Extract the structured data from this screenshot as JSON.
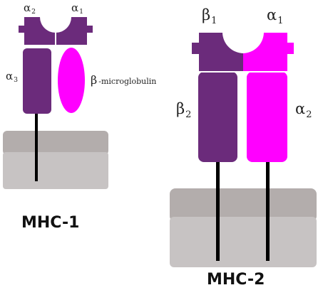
{
  "colors": {
    "purple": "#6b2b7b",
    "magenta": "#ff00ff",
    "membrane_top": "#b3adac",
    "membrane_bottom": "#c7c3c3",
    "stalk": "#000000"
  },
  "mhc1": {
    "title": "MHC-1",
    "alpha2_label": {
      "sym": "α",
      "sub": "2"
    },
    "alpha1_label": {
      "sym": "α",
      "sub": "1"
    },
    "alpha3_label": {
      "sym": "α",
      "sub": "3"
    },
    "beta_micro_label": {
      "sym": "β",
      "text": "-microglobulin"
    }
  },
  "mhc2": {
    "title": "MHC-2",
    "beta1_label": {
      "sym": "β",
      "sub": "1"
    },
    "alpha1_label": {
      "sym": "α",
      "sub": "1"
    },
    "beta2_label": {
      "sym": "β",
      "sub": "2"
    },
    "alpha2_label": {
      "sym": "α",
      "sub": "2"
    }
  }
}
